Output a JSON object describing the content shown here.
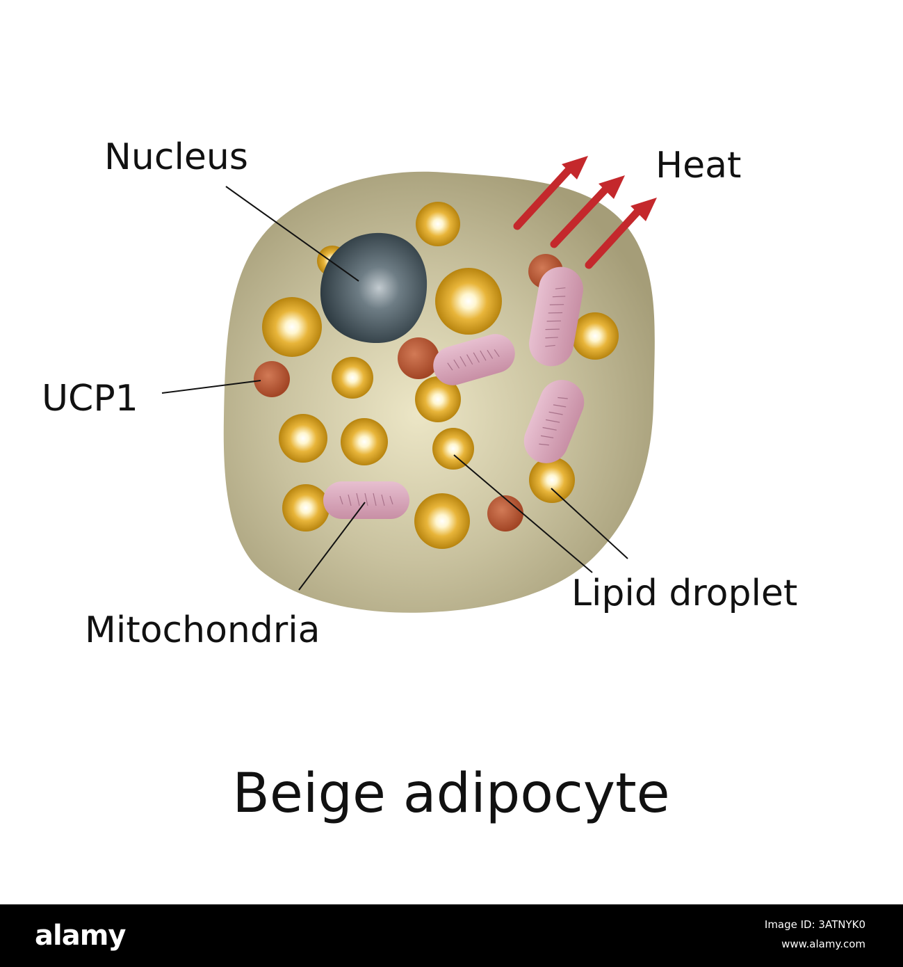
{
  "diagram": {
    "title": "Beige adipocyte",
    "labels": {
      "nucleus": "Nucleus",
      "heat": "Heat",
      "ucp1": "UCP1",
      "mitochondria": "Mitochondria",
      "lipid_droplet": "Lipid droplet"
    }
  },
  "watermark": {
    "brand": "alamy",
    "image_id": "Image ID: 3ATNYK0",
    "url": "www.alamy.com"
  },
  "colors": {
    "cytoplasm": "#a9a27e",
    "cytoplasm_center": "#ece6c6",
    "lipid": "#c99516",
    "lipid_center": "#fffbe6",
    "nucleus": "#3e4c53",
    "ucp1": "#b5532f",
    "mitochondria": "#d4a0b4",
    "heat_arrow": "#c4282c"
  }
}
